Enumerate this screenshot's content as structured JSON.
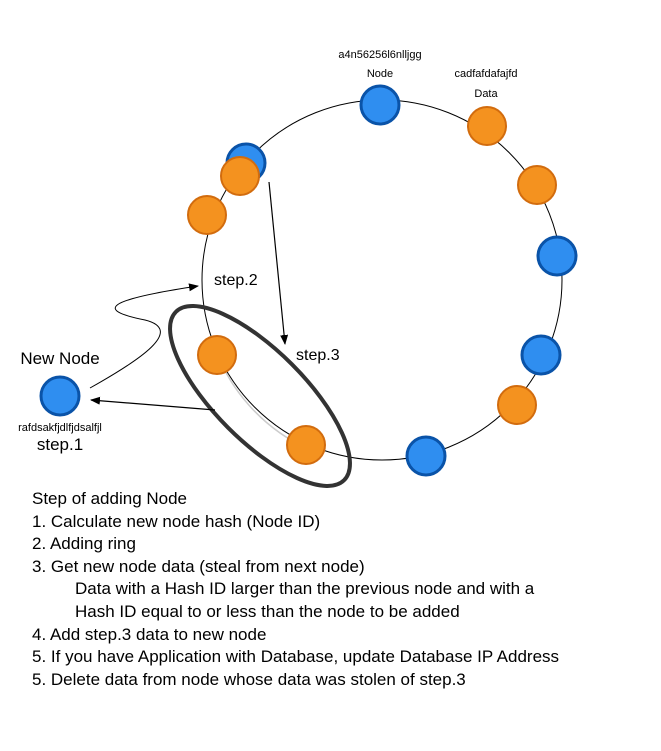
{
  "labels": {
    "node_hash": "a4n56256l6nlljgg",
    "node": "Node",
    "data_hash": "cadfafdafajfd",
    "data": "Data",
    "new_node": "New Node",
    "new_node_hash": "rafdsakfjdlfjdsalfjl",
    "step1": "step.1",
    "step2": "step.2",
    "step3": "step.3"
  },
  "steps": {
    "title": "Step of adding Node",
    "s1": "1. Calculate new node hash (Node ID)",
    "s2": "2. Adding ring",
    "s3": "3. Get new node data (steal from next node)",
    "s3_detail": "Data with a Hash ID larger than the previous node and with a Hash ID equal to or less than the node to be added",
    "s4": "4. Add step.3 data to new node",
    "s5a": "5. If you have Application with Database, update Database IP Address",
    "s5b": "5. Delete data from node whose data was stolen of step.3"
  },
  "colors": {
    "node": "#2f8ef0",
    "data": "#f4921f",
    "ring": "#000000"
  }
}
